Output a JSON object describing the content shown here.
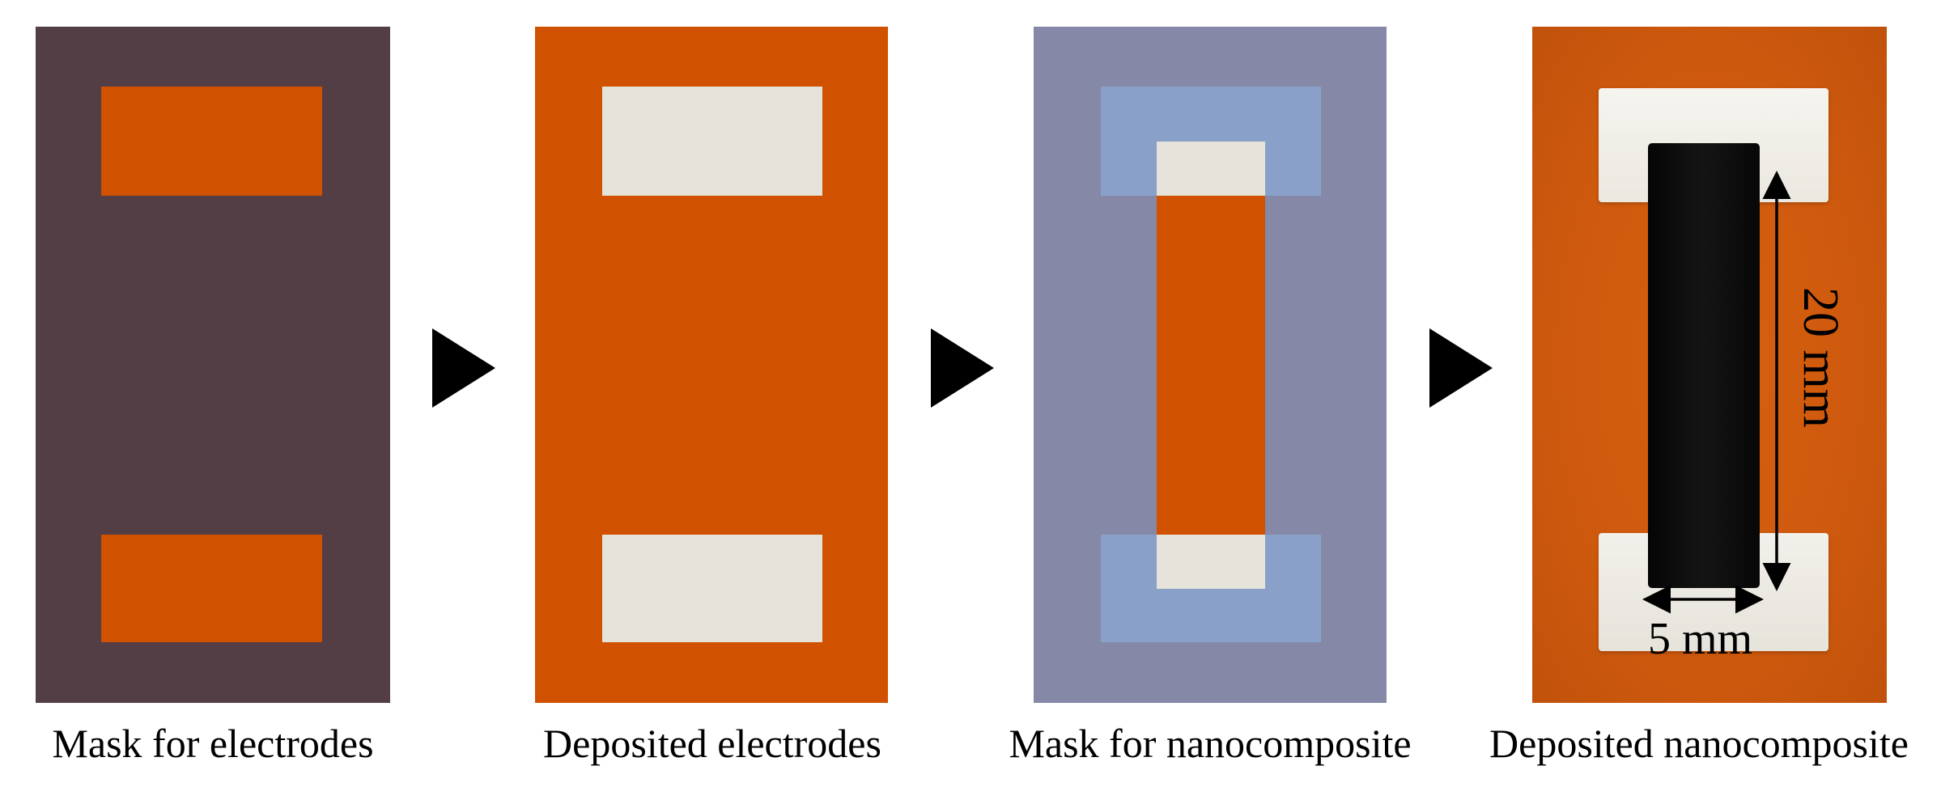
{
  "steps": [
    {
      "caption": "Mask for electrodes"
    },
    {
      "caption": "Deposited electrodes"
    },
    {
      "caption": "Mask for nanocomposite"
    },
    {
      "caption": "Deposited nanocomposite"
    }
  ],
  "dimensions": {
    "length": "20 mm",
    "width": "5 mm"
  },
  "colors": {
    "mask_dark": "#533e45",
    "substrate_orange": "#d05100",
    "electrode_white": "#e5e3da",
    "mask_gray_blue": "#8688a8",
    "mask_blue": "#89a1c8",
    "nanocomposite_black": "#0d0d0d",
    "photo_orange": "#cf5a0e",
    "photo_electrode": "#f1efe9"
  }
}
